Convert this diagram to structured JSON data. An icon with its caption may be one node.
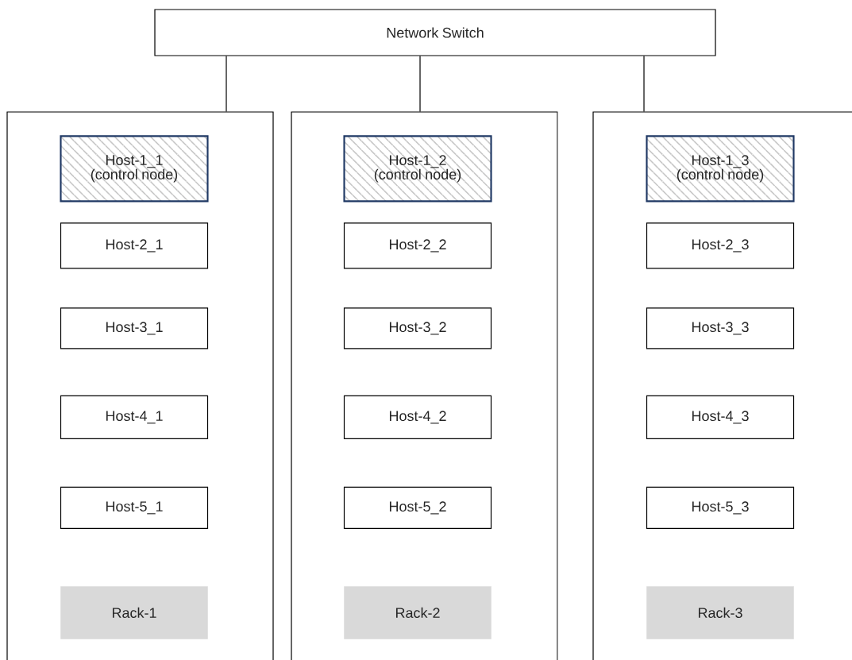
{
  "diagram": {
    "nodes": [
      {
        "text": [
          "Network Switch"
        ]
      },
      {
        "text": [],
        "shape": "box"
      },
      {
        "text": [
          "Host-1_1 (control node)"
        ],
        "in": 1
      },
      {
        "text": [
          "Host-2_1"
        ],
        "in": 1
      },
      {
        "text": [
          "Host-3_1"
        ],
        "in": 1
      },
      {
        "text": [
          "Host-4_1"
        ],
        "in": 1
      },
      {
        "text": [
          "Host-5_1"
        ],
        "in": 1
      },
      {
        "text": [
          "Rack-1"
        ],
        "in": 1
      },
      {
        "text": [],
        "shape": "box"
      },
      {
        "text": [
          "Host-1_2 (control node)"
        ],
        "in": 8
      },
      {
        "text": [
          "Host-2_2"
        ],
        "in": 8
      },
      {
        "text": [
          "Host-3_2"
        ],
        "in": 8
      },
      {
        "text": [
          "Host-4_2"
        ],
        "in": 8
      },
      {
        "text": [
          "Host-5_2"
        ],
        "in": 8
      },
      {
        "text": [
          "Rack-2"
        ],
        "in": 8
      },
      {
        "text": [],
        "shape": "box"
      },
      {
        "text": [
          "Host-1_3 (control node)"
        ],
        "in": 15
      },
      {
        "text": [
          "Host-2_3"
        ],
        "in": 15
      },
      {
        "text": [
          "Host-3_3"
        ],
        "in": 15
      },
      {
        "text": [
          "Host-4_3"
        ],
        "in": 15
      },
      {
        "text": [
          "Host-5_3"
        ],
        "in": 15
      },
      {
        "text": [
          "Rack-3"
        ],
        "in": 15
      }
    ],
    "edges": [
      {
        "from": 0,
        "to": 1,
        "arrow": "none"
      },
      {
        "from": 0,
        "to": 8,
        "arrow": "none"
      },
      {
        "from": 0,
        "to": 15,
        "arrow": "none"
      }
    ]
  }
}
